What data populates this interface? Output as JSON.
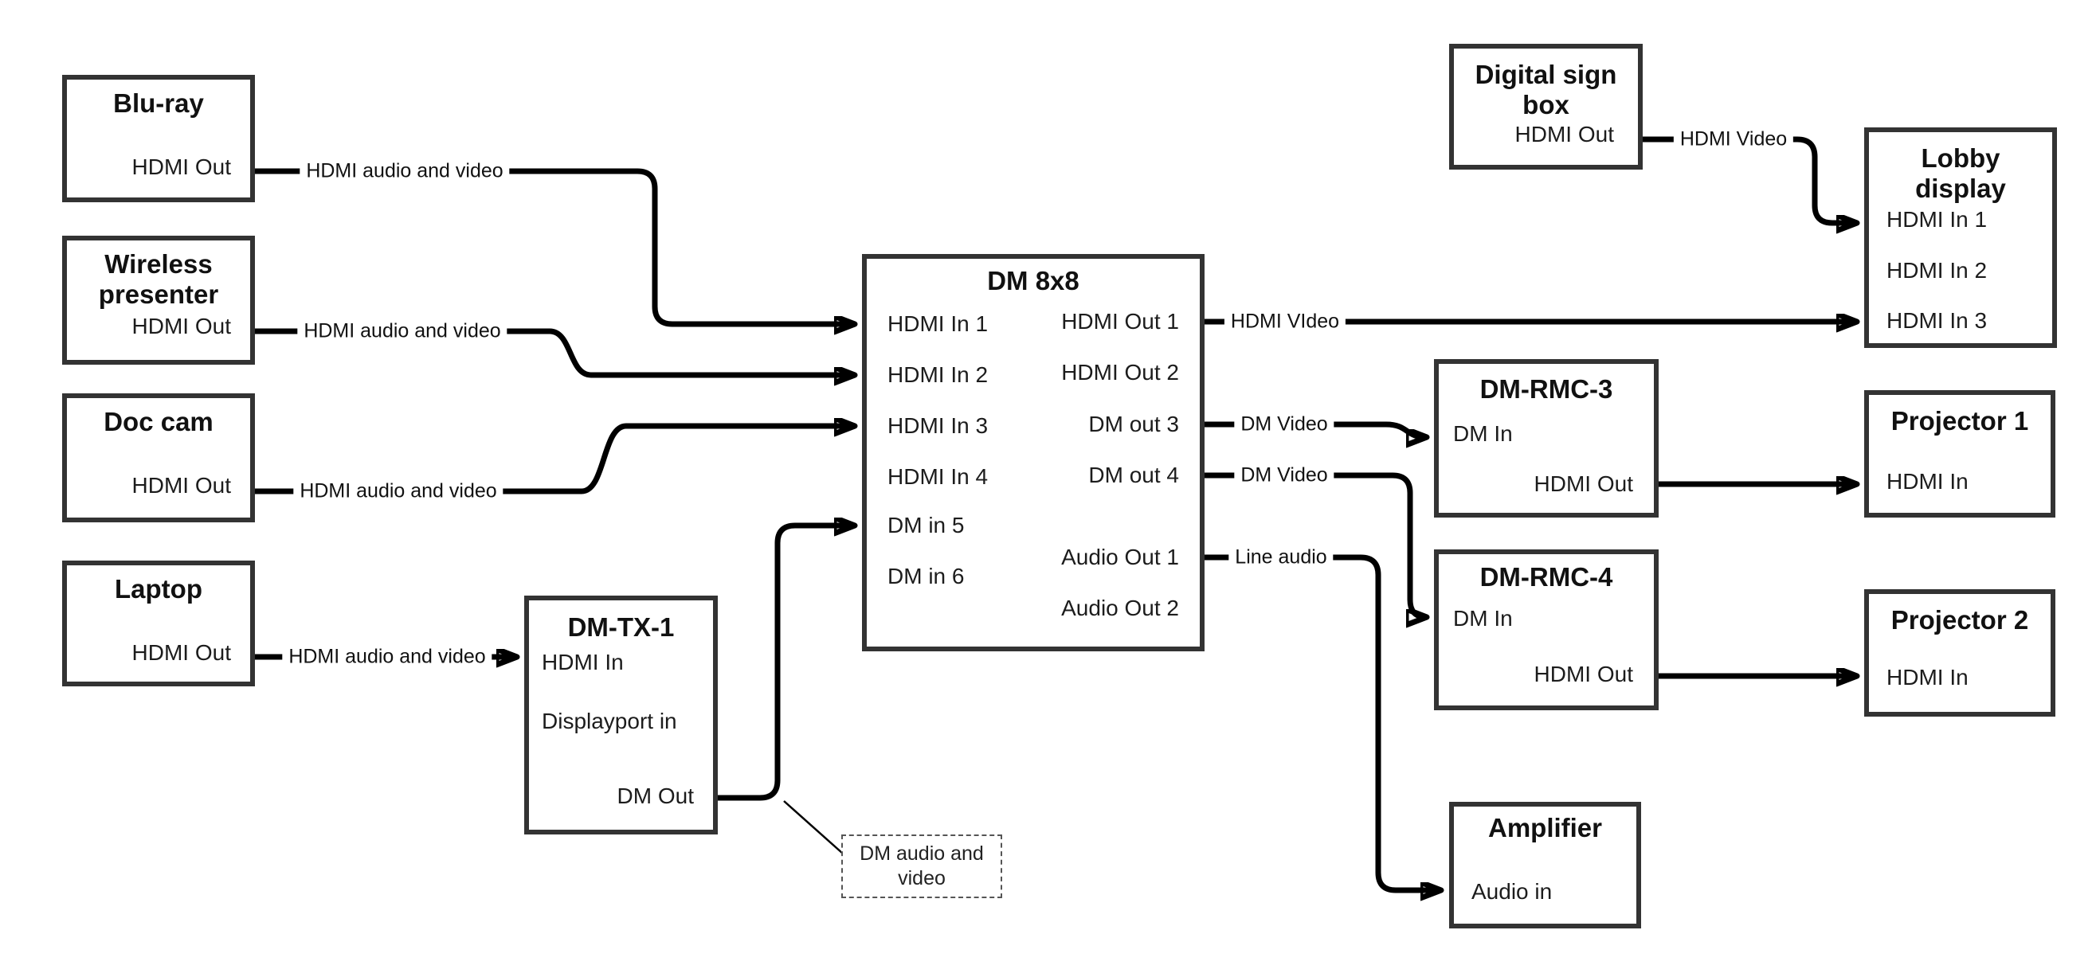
{
  "boxes": {
    "blu_ray": {
      "title": "Blu-ray",
      "hdmi_out": "HDMI Out"
    },
    "wireless_presenter": {
      "title": "Wireless presenter",
      "hdmi_out": "HDMI Out"
    },
    "doc_cam": {
      "title": "Doc cam",
      "hdmi_out": "HDMI Out"
    },
    "laptop": {
      "title": "Laptop",
      "hdmi_out": "HDMI Out"
    },
    "dm_tx_1": {
      "title": "DM-TX-1",
      "hdmi_in": "HDMI In",
      "displayport_in": "Displayport in",
      "dm_out": "DM Out"
    },
    "dm_8x8": {
      "title": "DM 8x8",
      "inputs": [
        "HDMI In 1",
        "HDMI In 2",
        "HDMI In 3",
        "HDMI In 4",
        "DM in 5",
        "DM in 6"
      ],
      "outputs": [
        "HDMI Out 1",
        "HDMI Out 2",
        "DM out 3",
        "DM out 4",
        "Audio Out 1",
        "Audio Out 2"
      ]
    },
    "digital_sign_box": {
      "title": "Digital sign box",
      "hdmi_out": "HDMI Out"
    },
    "lobby_display": {
      "title": "Lobby display",
      "inputs": [
        "HDMI In 1",
        "HDMI In 2",
        "HDMI In 3"
      ]
    },
    "dm_rmc_3": {
      "title": "DM-RMC-3",
      "dm_in": "DM In",
      "hdmi_out": "HDMI Out"
    },
    "projector_1": {
      "title": "Projector 1",
      "hdmi_in": "HDMI In"
    },
    "dm_rmc_4": {
      "title": "DM-RMC-4",
      "dm_in": "DM In",
      "hdmi_out": "HDMI Out"
    },
    "projector_2": {
      "title": "Projector 2",
      "hdmi_in": "HDMI In"
    },
    "amplifier": {
      "title": "Amplifier",
      "audio_in": "Audio in"
    }
  },
  "wire_labels": {
    "blu_ray_to_dm_8x8": "HDMI audio and video",
    "wireless_presenter_to_dm_8x8": "HDMI audio and video",
    "doc_cam_to_dm_8x8": "HDMI audio and video",
    "laptop_to_dm_tx_1": "HDMI audio and video",
    "dm_8x8_hdmi_out_1": "HDMI VIdeo",
    "digital_sign_to_lobby": "HDMI Video",
    "dm_8x8_dm_out_3": "DM Video",
    "dm_8x8_dm_out_4": "DM Video",
    "dm_8x8_audio_out_1": "Line audio"
  },
  "callout": {
    "text": "DM audio and video"
  },
  "colors": {
    "wire": "#000000",
    "box_border": "#333333",
    "background": "#ffffff",
    "text": "#111111"
  }
}
